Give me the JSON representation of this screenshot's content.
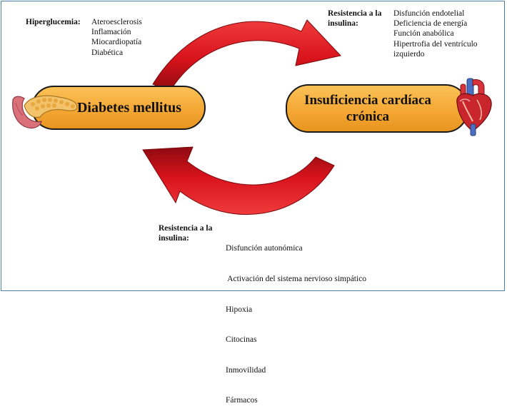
{
  "top_left": {
    "label": "Hiperglucemia:",
    "items": [
      "Ateroesclerosis",
      "Inflamación",
      "Miocardiopatía",
      "Diabética"
    ]
  },
  "top_right": {
    "label_line1": "Resistencia a la",
    "label_line2": "insulina:",
    "items": [
      "Disfunción endotelial",
      "Deficiencia de energía",
      "Función anabólica",
      "Hipertrofia del ventrículo",
      "izquierdo"
    ]
  },
  "left_box": {
    "title": "Diabetes mellitus"
  },
  "right_box": {
    "title_line1": "Insuficiencia cardíaca",
    "title_line2": "crónica"
  },
  "bottom": {
    "label_line1": "Resistencia a la",
    "label_line2": "insulina:",
    "items": [
      "Disfunción autonómica",
      " Activación del sistema nervioso simpático",
      "Hipoxia",
      "Citocinas",
      "Inmovilidad",
      "Fármacos"
    ]
  },
  "colors": {
    "arrow_red": "#d8131c",
    "arrow_dark": "#8e0a10",
    "box_orange": "#f3a532",
    "frame_border": "#4a7fa7"
  },
  "icons": {
    "left": "pancreas-icon",
    "right": "heart-icon"
  }
}
